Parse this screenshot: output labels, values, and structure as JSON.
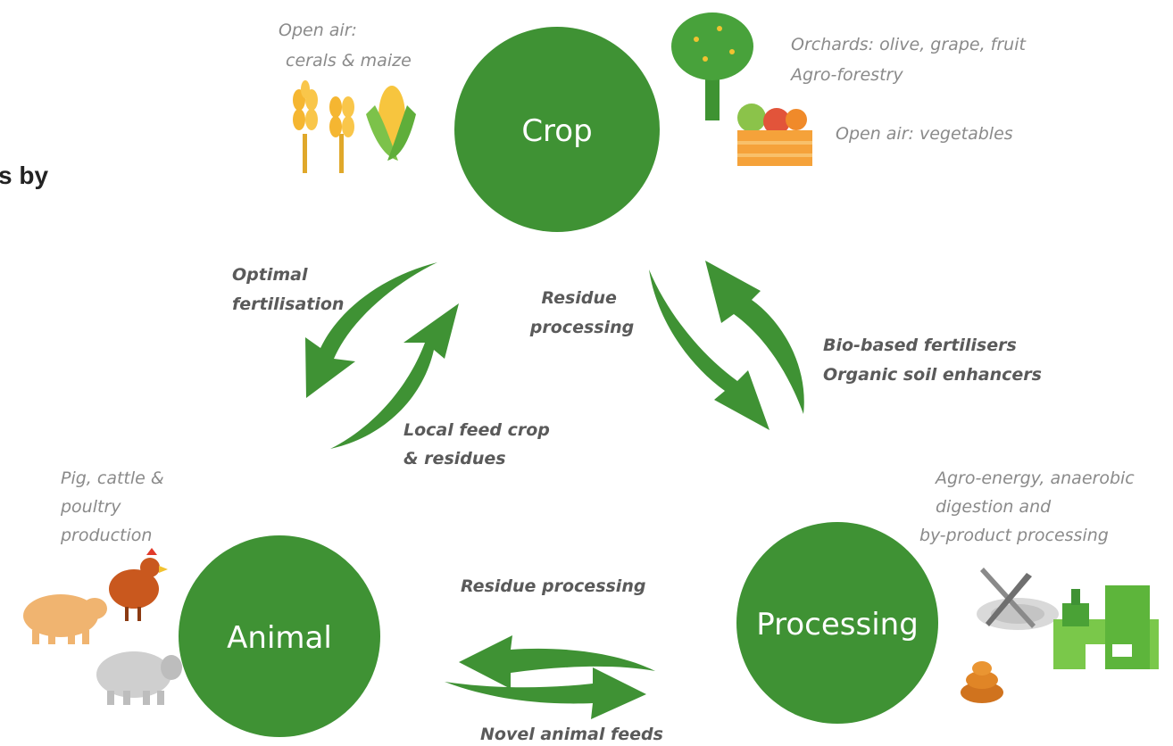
{
  "side_text": "s by",
  "colors": {
    "node": "#3f9234",
    "arrow": "#3f9234",
    "caption": "#8a8a8a",
    "flow": "#5a5a5a"
  },
  "nodes": {
    "crop": "Crop",
    "animal": "Animal",
    "processing": "Processing"
  },
  "captions": {
    "cereals": [
      "Open air:",
      "cerals & maize"
    ],
    "orchards": [
      "Orchards: olive, grape, fruit",
      "Agro-forestry"
    ],
    "vegetables": "Open air: vegetables",
    "livestock": [
      "Pig, cattle &",
      "poultry",
      "production"
    ],
    "agro_energy": [
      "Agro-energy, anaerobic",
      "digestion and",
      "by-product processing"
    ]
  },
  "flows": {
    "optimal_fertilisation": [
      "Optimal",
      "fertilisation"
    ],
    "local_feed": [
      "Local feed crop",
      "& residues"
    ],
    "residue_processing_crop": [
      "Residue",
      "processing"
    ],
    "bio_based": [
      "Bio-based fertilisers",
      "Organic soil enhancers"
    ],
    "residue_processing_animal": "Residue processing",
    "novel_feeds": "Novel animal feeds"
  },
  "icons": [
    "wheat-icon",
    "corn-icon",
    "tree-icon",
    "vegetable-crate-icon",
    "pig-icon",
    "chicken-icon",
    "sheep-icon",
    "plate-cutlery-icon",
    "biogas-plant-icon",
    "manure-icon"
  ]
}
